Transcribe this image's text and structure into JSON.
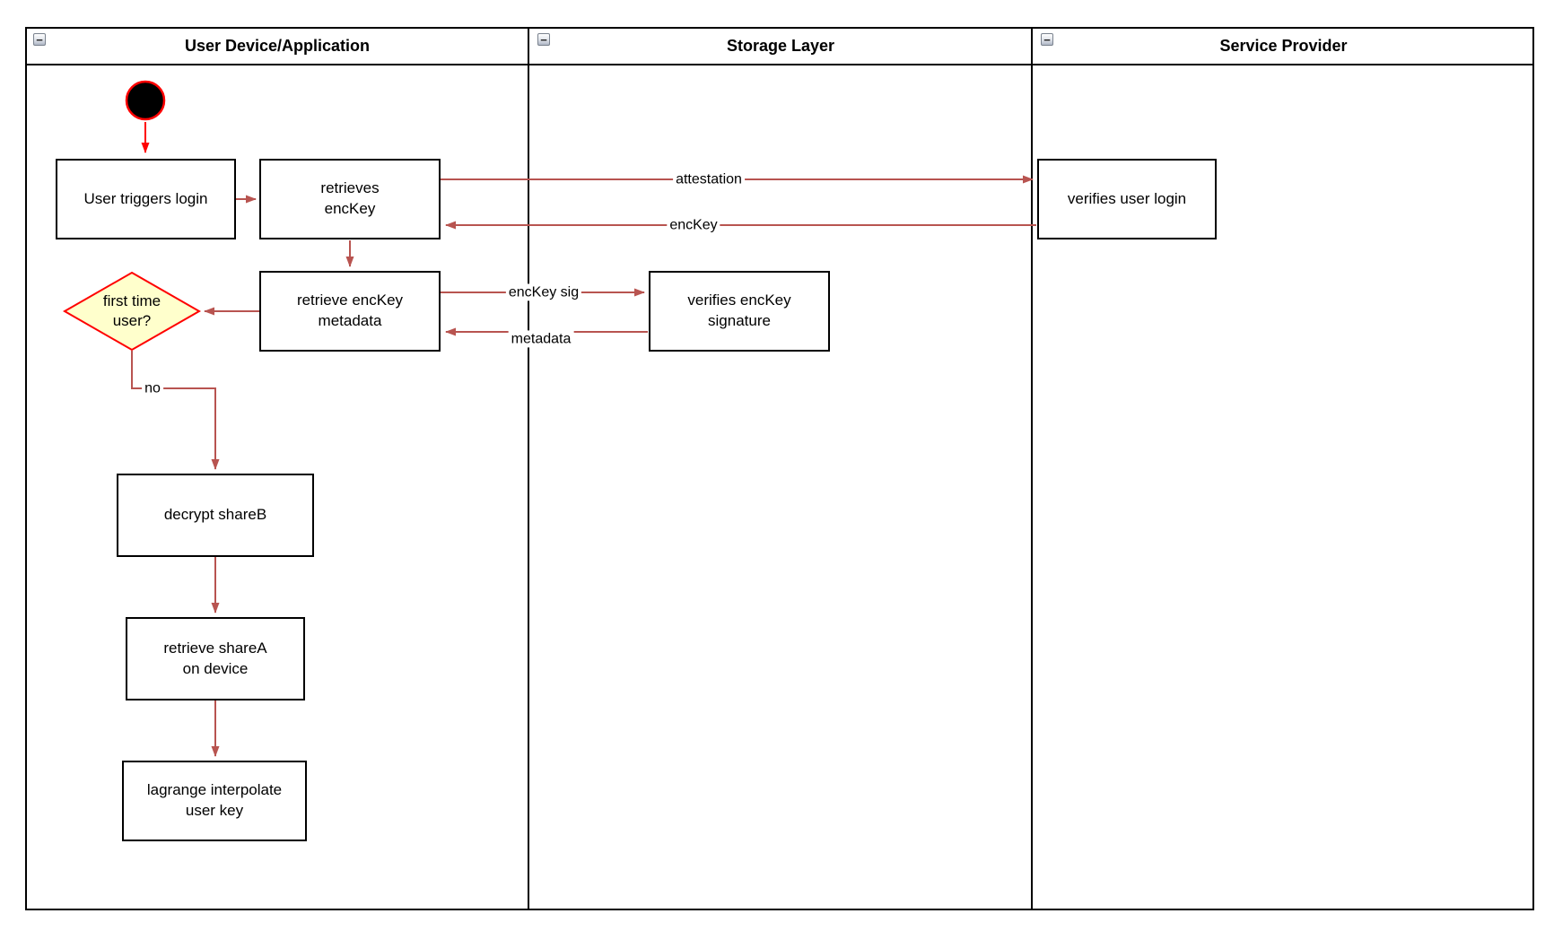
{
  "pool": {
    "collapse_glyph": "−",
    "lanes": [
      {
        "id": "user-device",
        "title": "User Device/Application"
      },
      {
        "id": "storage-layer",
        "title": "Storage Layer"
      },
      {
        "id": "service-provider",
        "title": "Service Provider"
      }
    ]
  },
  "nodes": {
    "user_triggers_login": {
      "label": "User triggers login"
    },
    "retrieves_enckey": {
      "label": "retrieves\nencKey"
    },
    "retrieve_enckey_metadata": {
      "label": "retrieve encKey\nmetadata"
    },
    "first_time_user": {
      "label": "first time\nuser?"
    },
    "decrypt_shareb": {
      "label": "decrypt shareB"
    },
    "retrieve_sharea": {
      "label": "retrieve shareA\non device"
    },
    "lagrange_interpolate": {
      "label": "lagrange interpolate\nuser key"
    },
    "verifies_enckey_signature": {
      "label": "verifies encKey\nsignature"
    },
    "verifies_user_login": {
      "label": "verifies user login"
    }
  },
  "edges": {
    "attestation": "attestation",
    "enckey": "encKey",
    "enckey_sig": "encKey sig",
    "metadata": "metadata",
    "no": "no"
  },
  "colors": {
    "flow_arrow": "#b85450",
    "start_accent": "#ff0000",
    "decision_fill": "#ffffcc",
    "decision_border": "#ff0000",
    "shape_border": "#000000",
    "shape_fill": "#ffffff",
    "lane_border": "#000000"
  }
}
